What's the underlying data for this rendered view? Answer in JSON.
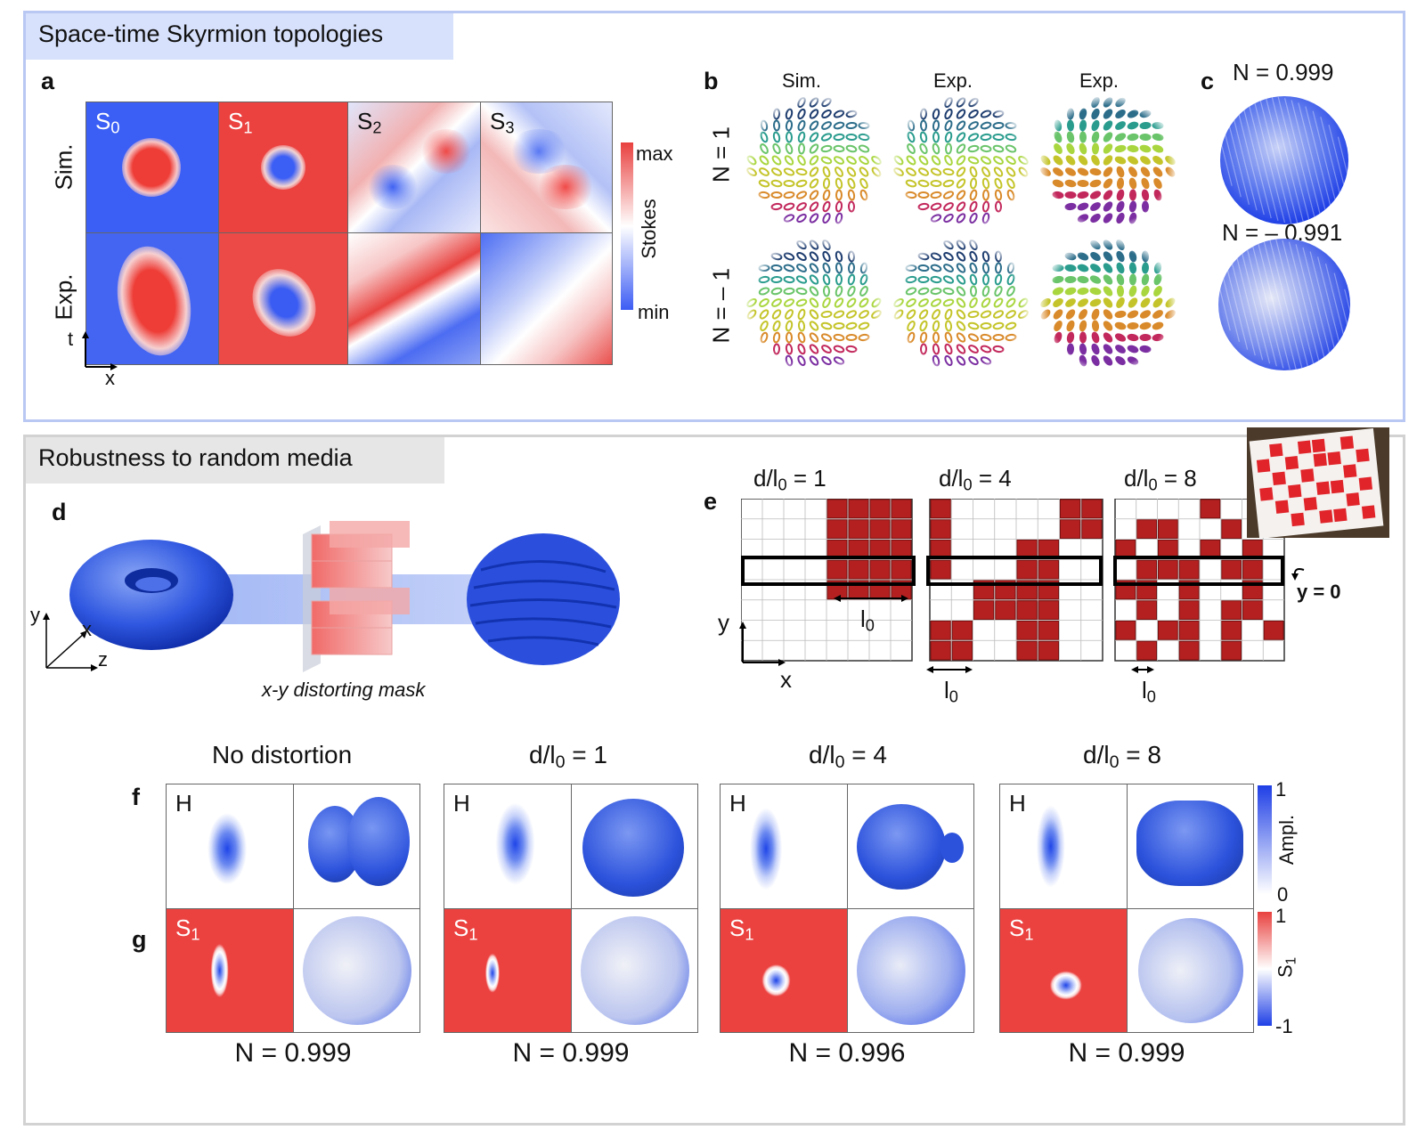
{
  "top_section": {
    "title": "Space-time Skyrmion topologies"
  },
  "bottom_section": {
    "title": "Robustness to random media"
  },
  "panel_a": {
    "label": "a",
    "row_labels": [
      "Sim.",
      "Exp."
    ],
    "columns": [
      "S",
      "S",
      "S",
      "S"
    ],
    "column_subs": [
      "0",
      "1",
      "2",
      "3"
    ],
    "axis_t": "t",
    "axis_x": "x",
    "colorbar": {
      "max": "max",
      "min": "min",
      "title": "Stokes"
    }
  },
  "panel_b": {
    "label": "b",
    "columns": [
      "Sim.",
      "Exp.",
      "Exp."
    ],
    "rows": [
      "N = 1",
      "N = – 1"
    ]
  },
  "panel_c": {
    "label": "c",
    "values": [
      "N = 0.999",
      "N = – 0.991"
    ]
  },
  "panel_d": {
    "label": "d",
    "mask_caption": "x-y distorting mask",
    "axes": [
      "y",
      "x",
      "z"
    ]
  },
  "panel_e": {
    "label": "e",
    "titles": [
      {
        "prefix": "d/l",
        "sub": "0",
        "suffix": " = 1"
      },
      {
        "prefix": "d/l",
        "sub": "0",
        "suffix": " = 4"
      },
      {
        "prefix": "d/l",
        "sub": "0",
        "suffix": " = 8"
      }
    ],
    "scale_label": {
      "text": "l",
      "sub": "0"
    },
    "axis_y": "y",
    "axis_x": "x",
    "y0_label": "y = 0"
  },
  "panel_fg": {
    "label_f": "f",
    "label_g": "g",
    "columns": [
      {
        "title": "No distortion",
        "n": "N = 0.999"
      },
      {
        "title_prefix": "d/l",
        "title_sub": "0",
        "title_suffix": " = 1",
        "n": "N = 0.999"
      },
      {
        "title_prefix": "d/l",
        "title_sub": "0",
        "title_suffix": " = 4",
        "n": "N = 0.996"
      },
      {
        "title_prefix": "d/l",
        "title_sub": "0",
        "title_suffix": " = 8",
        "n": "N = 0.999"
      }
    ],
    "h_label": "H",
    "s1_label": "S",
    "s1_sub": "1",
    "ampl_bar": {
      "title": "Ampl.",
      "max": "1",
      "min": "0"
    },
    "s1_bar": {
      "title": "S",
      "title_sub": "1",
      "max": "1",
      "min": "-1"
    }
  },
  "colors": {
    "red": "#e8423f",
    "blue": "#2f50f0",
    "dark_red": "#b22222",
    "top_border": "#b9c7f3"
  }
}
